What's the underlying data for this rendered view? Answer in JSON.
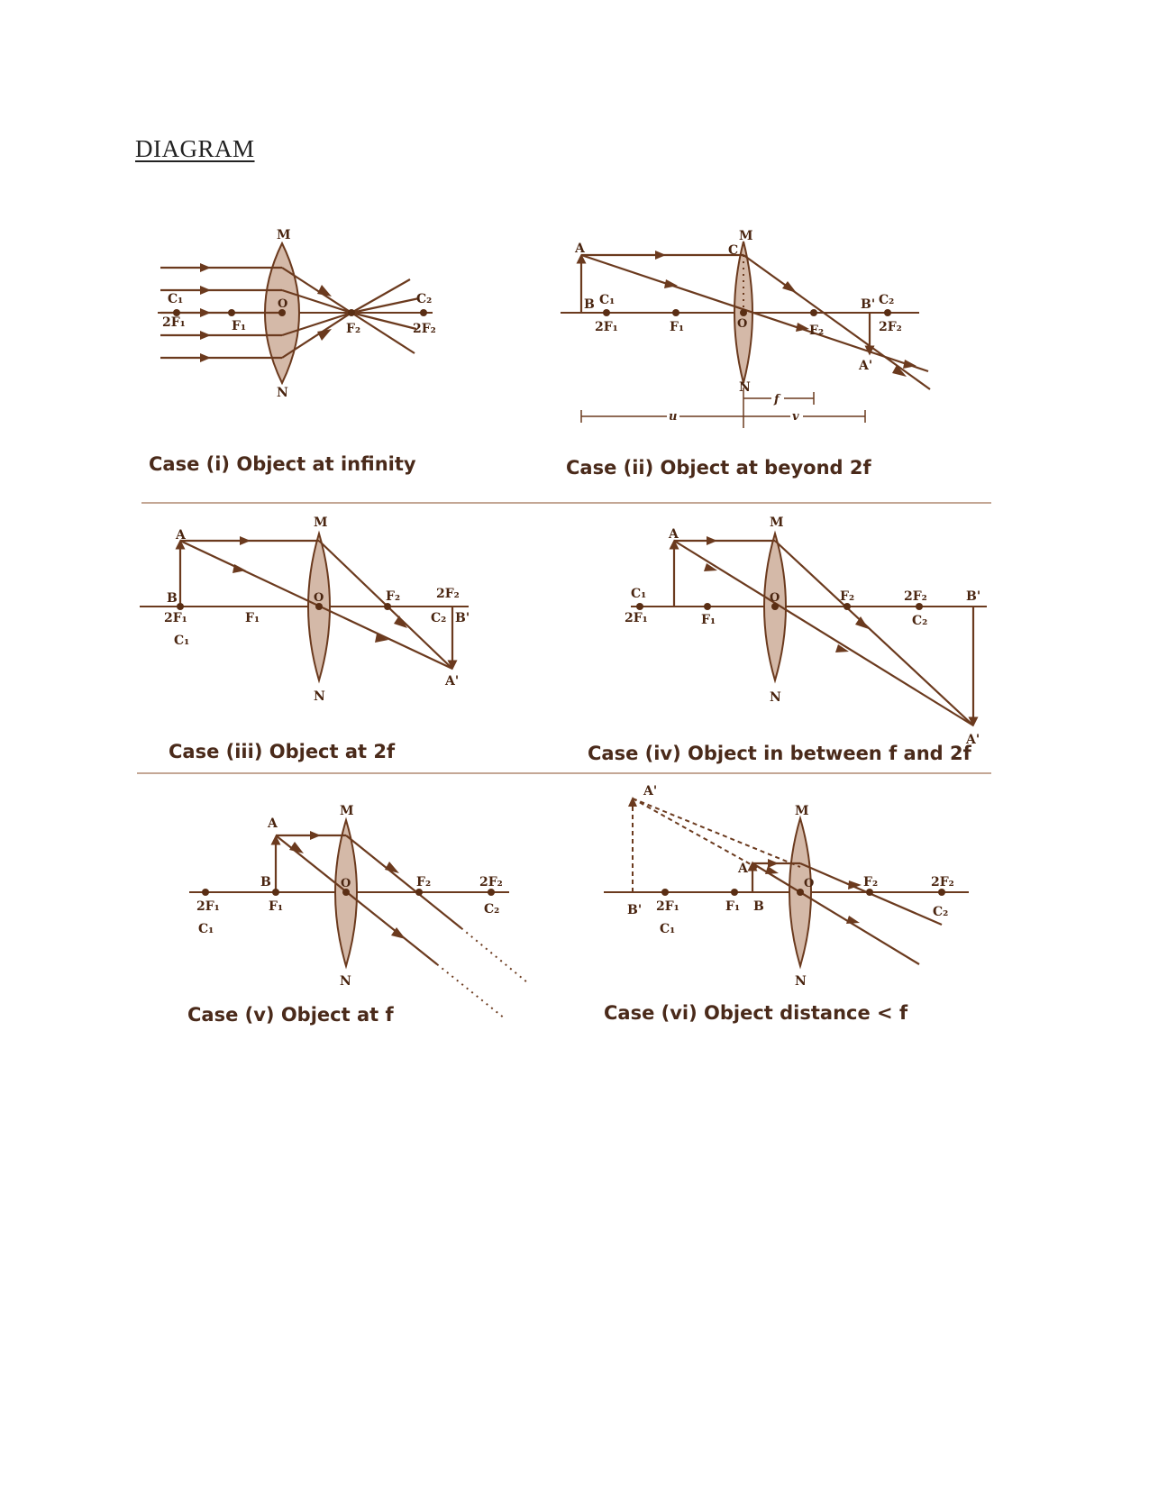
{
  "heading": "DIAGRAM",
  "colors": {
    "ray": "#6b3a1e",
    "lens_fill": "#d4b9a8",
    "text": "#4a2510"
  },
  "cases": [
    {
      "caption": "Case (i) Object at infinity",
      "labels": {
        "M": "M",
        "N": "N",
        "O": "O",
        "C1": "C₁",
        "2F1": "2F₁",
        "F1": "F₁",
        "F2": "F₂",
        "C2": "C₂",
        "2F2": "2F₂"
      }
    },
    {
      "caption": "Case (ii) Object at beyond 2f",
      "labels": {
        "A": "A",
        "B": "B",
        "C": "C",
        "M": "M",
        "N": "N",
        "O": "O",
        "C1": "C₁",
        "2F1": "2F₁",
        "F1": "F₁",
        "F2": "F₂",
        "Bp": "B'",
        "C2": "C₂",
        "2F2": "2F₂",
        "Ap": "A'",
        "u": "u",
        "v": "v",
        "f": "f"
      }
    },
    {
      "caption": "Case (iii) Object at 2f",
      "labels": {
        "A": "A",
        "B": "B",
        "M": "M",
        "N": "N",
        "O": "O",
        "2F1": "2F₁",
        "C1": "C₁",
        "F1": "F₁",
        "F2": "F₂",
        "2F2": "2F₂",
        "C2": "C₂",
        "Bp": "B'",
        "Ap": "A'"
      }
    },
    {
      "caption": "Case (iv) Object in between f and 2f",
      "labels": {
        "A": "A",
        "M": "M",
        "N": "N",
        "O": "O",
        "C1": "C₁",
        "2F1": "2F₁",
        "F1": "F₁",
        "F2": "F₂",
        "2F2": "2F₂",
        "C2": "C₂",
        "Bp": "B'",
        "Ap": "A'"
      }
    },
    {
      "caption": "Case (v) Object at f",
      "labels": {
        "A": "A",
        "B": "B",
        "M": "M",
        "N": "N",
        "O": "O",
        "2F1": "2F₁",
        "C1": "C₁",
        "F1": "F₁",
        "F2": "F₂",
        "2F2": "2F₂",
        "C2": "C₂"
      }
    },
    {
      "caption": "Case (vi)  Object distance < f",
      "labels": {
        "Ap": "A'",
        "A": "A",
        "B": "B",
        "Bp": "B'",
        "M": "M",
        "N": "N",
        "O": "O",
        "2F1": "2F₁",
        "C1": "C₁",
        "F1": "F₁",
        "F2": "F₂",
        "2F2": "2F₂",
        "C2": "C₂"
      }
    }
  ]
}
